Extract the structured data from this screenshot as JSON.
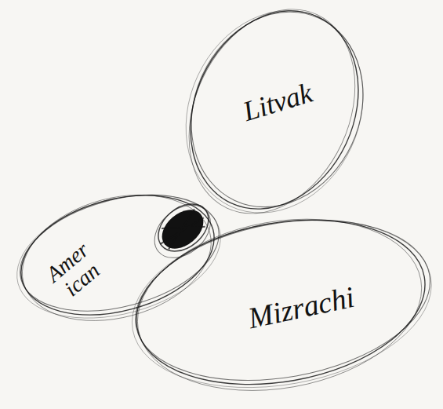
{
  "diagram": {
    "nodes": [
      {
        "text": [
          "Litvak"
        ]
      },
      {
        "text": [
          "Amer ican"
        ]
      },
      {
        "text": [
          "Mizrachi"
        ]
      }
    ]
  }
}
